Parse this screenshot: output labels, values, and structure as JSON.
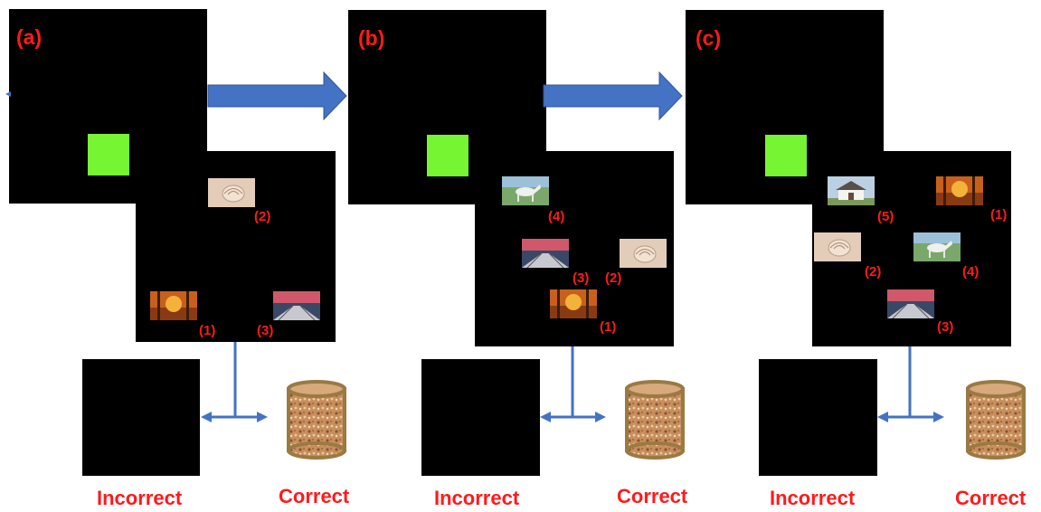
{
  "panels": [
    {
      "label": "(a)",
      "items": [
        {
          "image": "seashell",
          "number": "(2)"
        },
        {
          "image": "autumn-forest",
          "number": "(1)"
        },
        {
          "image": "pier-sunset",
          "number": "(3)"
        }
      ],
      "outcomes": {
        "incorrect": "Incorrect",
        "correct": "Correct"
      }
    },
    {
      "label": "(b)",
      "items": [
        {
          "image": "white-horse",
          "number": "(4)"
        },
        {
          "image": "pier-sunset",
          "number": "(3)"
        },
        {
          "image": "seashell",
          "number": "(2)"
        },
        {
          "image": "autumn-forest",
          "number": "(1)"
        }
      ],
      "outcomes": {
        "incorrect": "Incorrect",
        "correct": "Correct"
      }
    },
    {
      "label": "(c)",
      "items": [
        {
          "image": "house",
          "number": "(5)"
        },
        {
          "image": "autumn-forest",
          "number": "(1)"
        },
        {
          "image": "seashell",
          "number": "(2)"
        },
        {
          "image": "white-horse",
          "number": "(4)"
        },
        {
          "image": "pier-sunset",
          "number": "(3)"
        }
      ],
      "outcomes": {
        "incorrect": "Incorrect",
        "correct": "Correct"
      }
    }
  ],
  "colors": {
    "label_red": "#ff1a1a",
    "cue_green": "#76f532",
    "arrow_blue": "#4472c4",
    "reward_tan": "#c8a070"
  }
}
